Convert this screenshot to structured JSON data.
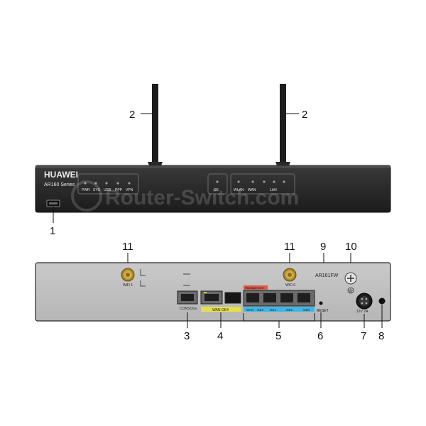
{
  "front_panel": {
    "brand": "HUAWEI",
    "model": "AR160 Series",
    "leds": [
      "PWR",
      "SYS",
      "USB",
      "PPP",
      "VPN"
    ],
    "ge_label": "GE",
    "wlan_label": "WLAN",
    "wan_label": "WAN",
    "lan_label": "LAN"
  },
  "rear_panel": {
    "wifi_1": "WiFi 1",
    "wifi_0": "WiFi 0",
    "model": "AR161FW",
    "console": "CONSOLE",
    "wan_ge": "WAN GE4",
    "management": "Management",
    "port_labels": [
      "WAN",
      "GE3",
      "GE1",
      "GE2",
      "GE0"
    ],
    "reset": "RESET",
    "power_rating": "12V 2A"
  },
  "watermark": "Router-Switch.com",
  "callouts": {
    "c1": "1",
    "c2a": "2",
    "c2b": "2",
    "c3": "3",
    "c4": "4",
    "c5": "5",
    "c6": "6",
    "c7": "7",
    "c8": "8",
    "c9": "9",
    "c10": "10",
    "c11a": "11",
    "c11b": "11"
  }
}
